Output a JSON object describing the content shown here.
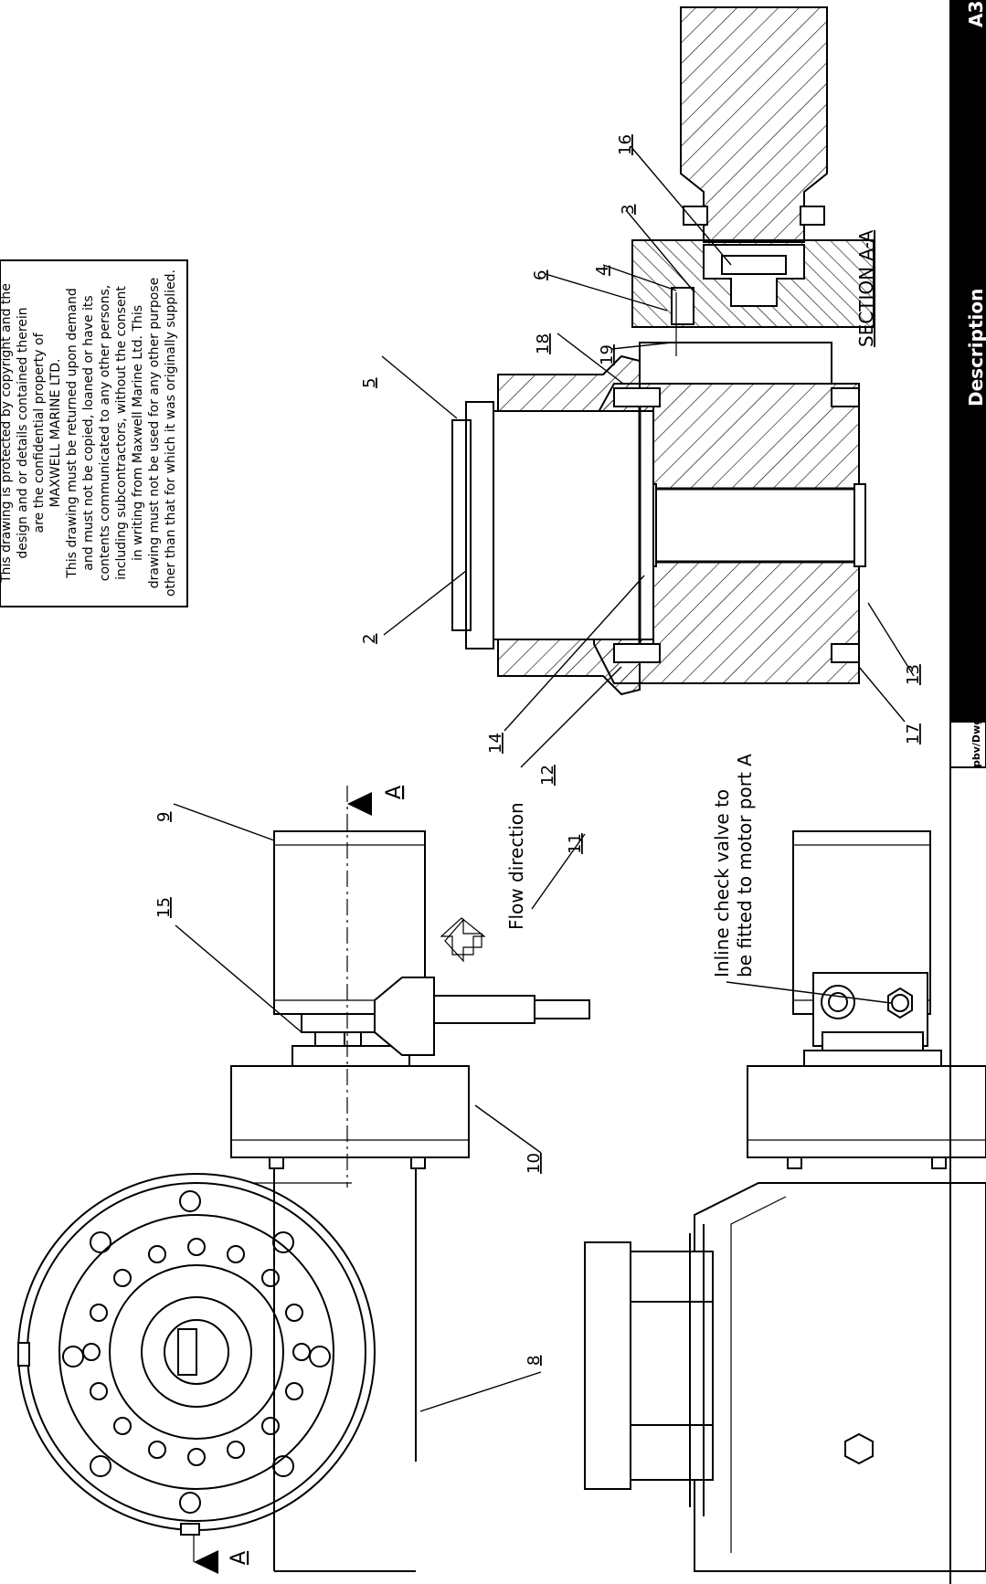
{
  "copyright_notice": {
    "lines": [
      "This drawing is protected by copyright and the",
      "design and or details contained therein",
      "are the confidential property of",
      "MAXWELL MARINE LTD.",
      "This drawing must be returned upon demand",
      "and must not be copied, loaned or have its",
      "contents communicated to any other persons,",
      "including subcontractors, without the consent",
      "in writing from Maxwell Marine Ltd. This",
      "drawing must not be used for any other purpose",
      "other than that for which it was originally supplied."
    ]
  },
  "section_view": {
    "title": "SECTION A-A",
    "balloons": [
      "2",
      "5",
      "18",
      "6",
      "4",
      "3",
      "16",
      "19",
      "14",
      "12",
      "17",
      "13"
    ]
  },
  "elevation_view": {
    "balloons": [
      "9",
      "15",
      "11",
      "10",
      "8"
    ],
    "flow_label": "Flow direction",
    "section_marker": "A"
  },
  "side_view": {
    "check_valve_note_line1": "Inline check valve to",
    "check_valve_note_line2": "be fitted to motor port A"
  },
  "title_block": {
    "description_label": "Description",
    "dwg_no_label": "pbv/Dwg No.",
    "sheet_size": "A3"
  }
}
